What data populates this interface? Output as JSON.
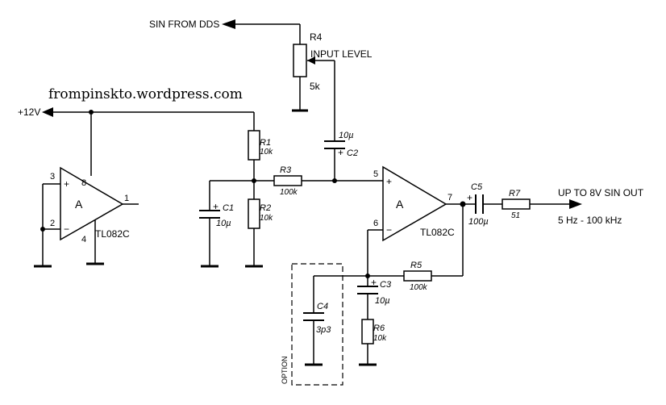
{
  "watermark": "frompinskto.wordpress.com",
  "labels": {
    "sin_from_dds": "SIN FROM DDS",
    "input_level": "INPUT LEVEL",
    "supply": "+12V",
    "output": "UP TO 8V SIN OUT",
    "freq_range": "5 Hz - 100 kHz",
    "option": "OPTION"
  },
  "opamp1": {
    "name": "A",
    "part": "TL082C",
    "pin_plus": "3",
    "pin_minus": "2",
    "pin_vcc": "8",
    "pin_gnd": "4",
    "pin_out": "1",
    "sign_plus": "+",
    "sign_minus": "−"
  },
  "opamp2": {
    "name": "A",
    "part": "TL082C",
    "pin_plus": "5",
    "pin_minus": "6",
    "pin_out": "7",
    "sign_plus": "+",
    "sign_minus": "−"
  },
  "components": {
    "R1": {
      "ref": "R1",
      "value": "10k"
    },
    "R2": {
      "ref": "R2",
      "value": "10k"
    },
    "R3": {
      "ref": "R3",
      "value": "100k"
    },
    "R4": {
      "ref": "R4",
      "value": "5k"
    },
    "R5": {
      "ref": "R5",
      "value": "100k"
    },
    "R6": {
      "ref": "R6",
      "value": "10k"
    },
    "R7": {
      "ref": "R7",
      "value": "51"
    },
    "C1": {
      "ref": "C1",
      "value": "10µ",
      "sign": "+"
    },
    "C2": {
      "ref": "C2",
      "value": "10µ",
      "sign": "+"
    },
    "C3": {
      "ref": "C3",
      "value": "10µ",
      "sign": "+"
    },
    "C4": {
      "ref": "C4",
      "value": "3p3"
    },
    "C5": {
      "ref": "C5",
      "value": "100µ",
      "sign": "+"
    }
  }
}
